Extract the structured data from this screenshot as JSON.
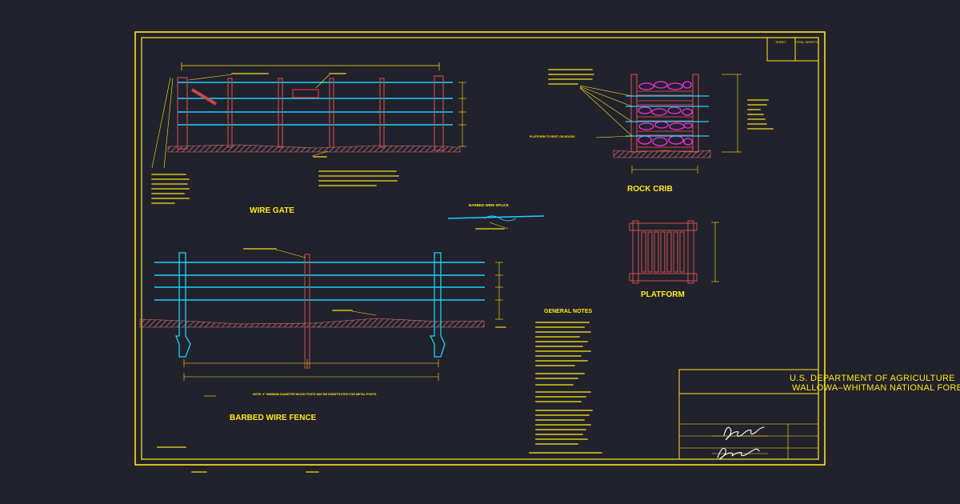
{
  "colors": {
    "background": "#21222c",
    "frame": "#ffe81a",
    "wire": "#19d3ff",
    "post": "#c24a4a",
    "ground": "#d77575",
    "rock": "#ff2ce0",
    "annotation": "#ffe81a",
    "signature": "#ffffff"
  },
  "title_block": {
    "sheet_label": "SHEET",
    "total_sheets_label": "TOTAL SHEETS",
    "agency": "U.S. DEPARTMENT OF AGRICULTURE",
    "forest": "WALLOWA–WHITMAN NATIONAL FOREST"
  },
  "views": {
    "wire_gate": "WIRE GATE",
    "barbed_wire_fence": "BARBED WIRE FENCE",
    "rock_crib": "ROCK CRIB",
    "platform": "PLATFORM",
    "barbed_wire_splice": "BARBED WIRE SPLICE"
  },
  "notes": {
    "general_notes_heading": "GENERAL NOTES",
    "platform_rest": "PLATFORM TO REST ON ROCKS",
    "barbed_fence_note": "NOTE: 4\" MINIMUM DIAMETER WOOD POSTS MAY BE SUBSTITUTED FOR METAL POSTS."
  },
  "icons": {
    "signatures": "handwritten-signature-icon"
  }
}
